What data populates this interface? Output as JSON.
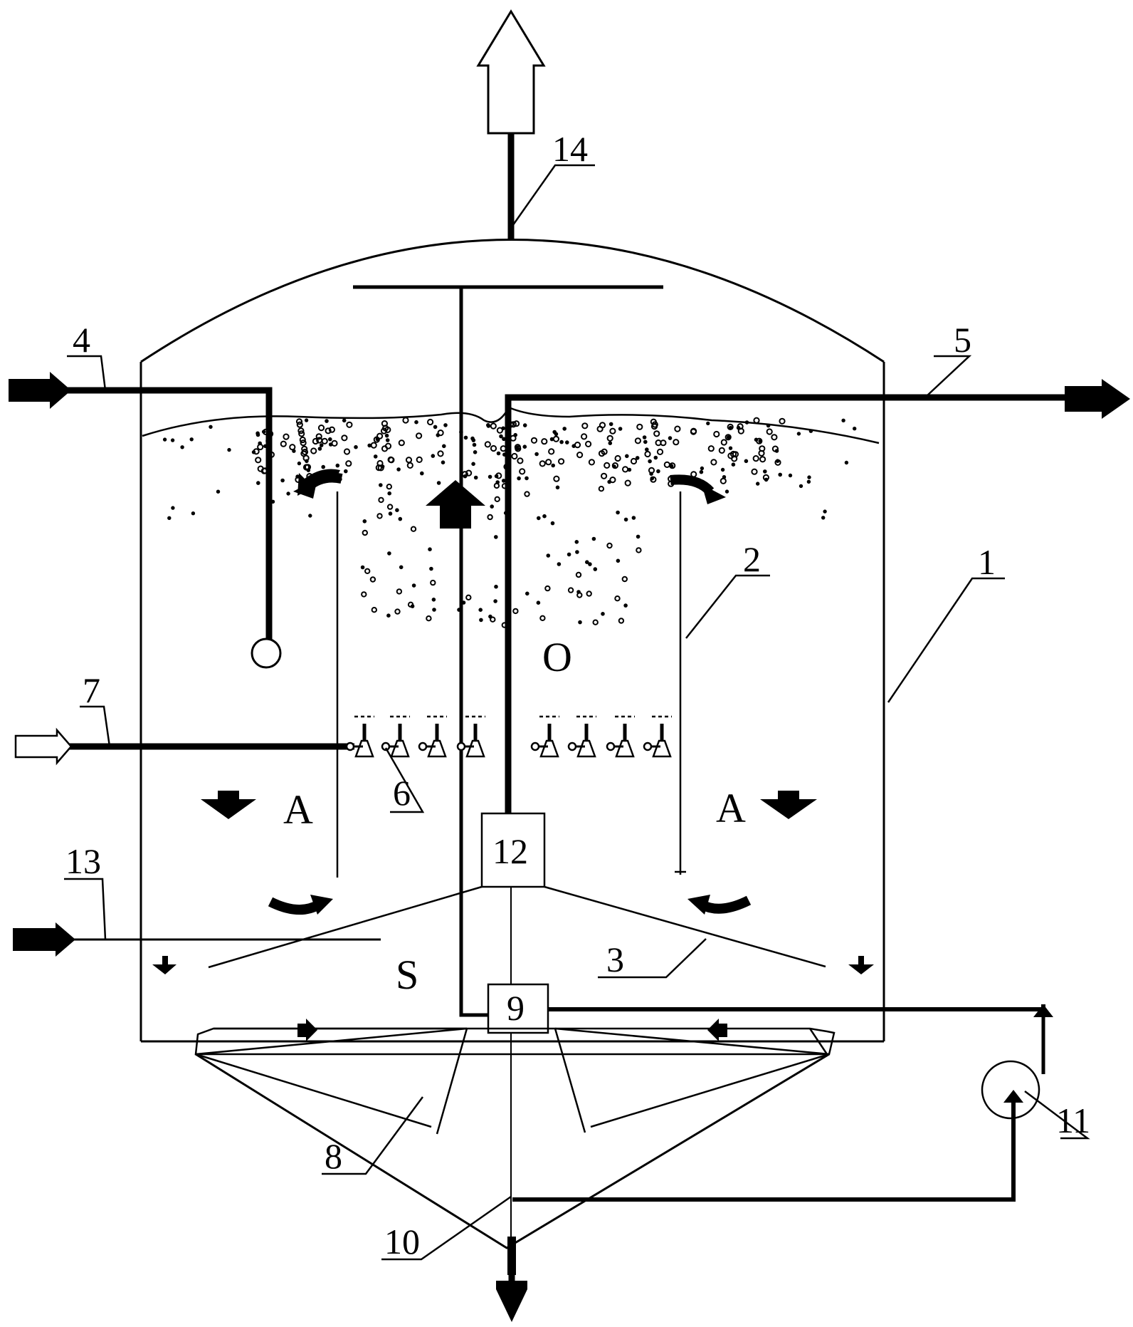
{
  "labels": {
    "l1": "1",
    "l2": "2",
    "l3": "3",
    "l4": "4",
    "l5": "5",
    "l6": "6",
    "l7": "7",
    "l8": "8",
    "l10": "10",
    "l11": "11",
    "l13": "13",
    "l14": "14"
  },
  "boxes": {
    "b12": "12",
    "b9": "9"
  },
  "zones": {
    "oxic": "O",
    "anoxic_left": "A",
    "anoxic_right": "A",
    "settling": "S"
  },
  "colors": {
    "stroke": "#000000",
    "background": "#ffffff"
  }
}
